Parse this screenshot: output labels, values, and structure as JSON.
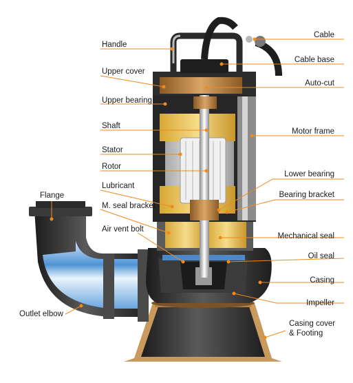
{
  "colors": {
    "leader": "#f08a1c",
    "leader_dot": "#f08a1c",
    "casing_dark": "#2b2b2b",
    "bronze": "#b07a3a",
    "water": "#7fb6e6",
    "oil": "#e8c25a",
    "stator": "#c9c9c9",
    "rotor": "#e6e6e6"
  },
  "labels": {
    "cable": "Cable",
    "cable_base": "Cable base",
    "auto_cut": "Auto-cut",
    "motor_frame": "Motor frame",
    "lower_bearing": "Lower bearing",
    "bearing_bracket": "Bearing bracket",
    "mechanical_seal": "Mechanical seal",
    "oil_seal": "Oil seal",
    "casing": "Casing",
    "impeller": "Impeller",
    "casing_cover_line1": "Casing cover",
    "casing_cover_line2": "& Footing",
    "handle": "Handle",
    "upper_cover": "Upper cover",
    "upper_bearing": "Upper bearing",
    "shaft": "Shaft",
    "stator": "Stator",
    "rotor": "Rotor",
    "lubricant": "Lubricant",
    "m_seal_bracket": "M. seal bracket",
    "air_vent_bolt": "Air vent bolt",
    "flange": "Flange",
    "outlet_elbow": "Outlet elbow"
  }
}
